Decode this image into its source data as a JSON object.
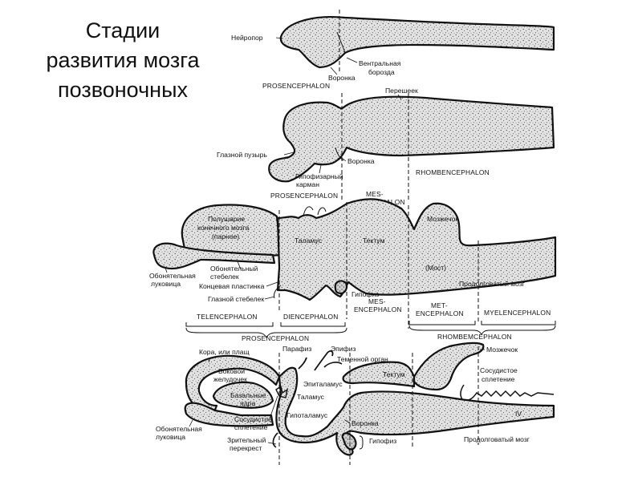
{
  "title": {
    "line1": "Стадии",
    "line2": "развития мозга",
    "line3": "позвоночных"
  },
  "stage1": {
    "neuropore": "Нейропор",
    "ventral_groove_1": "Вентральная",
    "ventral_groove_2": "борозда",
    "infundibulum": "Воронка",
    "prosencephalon": "PROSENCEPHALON"
  },
  "stage2": {
    "isthmus": "Перешеек",
    "optic_vesicle": "Глазной пузырь",
    "infundibulum": "Воронка",
    "hypophyseal_pouch_1": "Гипофизарный",
    "hypophyseal_pouch_2": "карман",
    "rhombencephalon": "RHOMBENCEPHALON",
    "prosencephalon": "PROSENCEPHALON",
    "mesencephalon_1": "MES-",
    "mesencephalon_2": "ENCEPHALON"
  },
  "stage3": {
    "hemisphere_1": "Полушарие",
    "hemisphere_2": "конечного мозга",
    "hemisphere_3": "(парное)",
    "thalamus": "Таламус",
    "tectum": "Тектум",
    "cerebellum": "Мозжечок",
    "pons": "(Мост)",
    "medulla": "Продолговатый мозг",
    "olfactory_stalk_1": "Обонятельный",
    "olfactory_stalk_2": "стебелек",
    "olfactory_bulb_1": "Обонятельная",
    "olfactory_bulb_2": "луковица",
    "lamina_terminalis": "Концевая пластинка",
    "optic_stalk": "Глазной стебелек",
    "hypophysis": "Гипофиз",
    "mesencephalon_1": "MES-",
    "mesencephalon_2": "ENCEPHALON",
    "metencephalon_1": "MET-",
    "metencephalon_2": "ENCEPHALON",
    "myelencephalon": "MYELENCEPHALON",
    "telencephalon": "TELENCEPHALON",
    "diencephalon": "DIENCEPHALON",
    "prosencephalon": "PROSENCEPHALON",
    "rhombencephalon": "RHOMBEMCEPHALON"
  },
  "stage4": {
    "cortex": "Кора, или плащ",
    "lateral_ventricle_1": "Боковой",
    "lateral_ventricle_2": "желудочек",
    "basal_nuclei_1": "Базальные",
    "basal_nuclei_2": "ядра",
    "choroid_plexus_1": "Сосудистое",
    "choroid_plexus_2": "сплетение",
    "olfactory_bulb_1": "Обонятельная",
    "olfactory_bulb_2": "луковица",
    "optic_chiasm_1": "Зрительный",
    "optic_chiasm_2": "перекрест",
    "paraphysis": "Парафиз",
    "epiphysis": "Эпифиз",
    "parietal_organ": "Теменной орган",
    "epithalamus": "Эпиталамус",
    "thalamus": "Таламус",
    "hypothalamus": "Гипоталамус",
    "tectum": "Тектум",
    "infundibulum": "Воронка",
    "hypophysis": "Гипофиз",
    "cerebellum": "Мозжечок",
    "choroid_plexus_r1": "Сосудистое",
    "choroid_plexus_r2": "сплетение",
    "ventricle_iv": "IV",
    "medulla": "Продолговатый мозг"
  }
}
